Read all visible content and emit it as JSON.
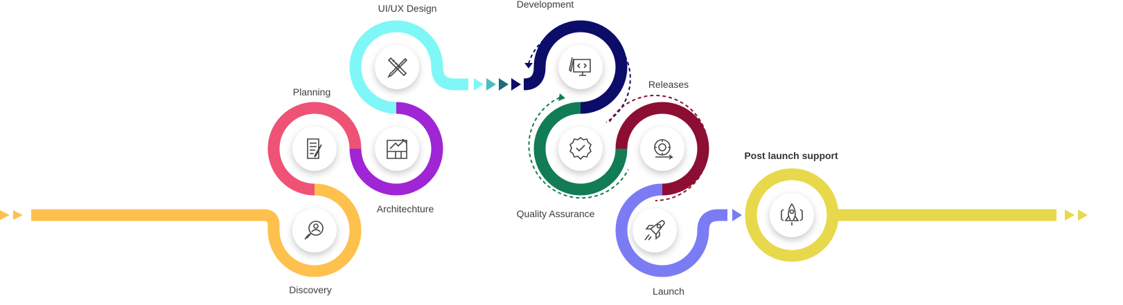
{
  "steps": [
    {
      "id": "discovery",
      "label": "Discovery",
      "color": "#FEC14E",
      "icon": "magnifier-user-icon"
    },
    {
      "id": "planning",
      "label": "Planning",
      "color": "#EE5376",
      "icon": "checklist-document-icon"
    },
    {
      "id": "architecture",
      "label": "Architechture",
      "color": "#A025D5",
      "icon": "blueprint-icon"
    },
    {
      "id": "uiux",
      "label": "UI/UX Design",
      "color": "#7EF7F6",
      "icon": "pencil-ruler-icon"
    },
    {
      "id": "development",
      "label": "Development",
      "color": "#0C0C69",
      "icon": "monitor-code-icon"
    },
    {
      "id": "qa",
      "label": "Quality Assurance",
      "color": "#127C54",
      "icon": "badge-check-icon"
    },
    {
      "id": "releases",
      "label": "Releases",
      "color": "#8D0E33",
      "icon": "cycle-arrow-icon"
    },
    {
      "id": "launch",
      "label": "Launch",
      "color": "#7B7CF4",
      "icon": "rocket-icon"
    },
    {
      "id": "support",
      "label": "Post launch support",
      "color": "#E8D84B",
      "icon": "rocket-gear-icon"
    }
  ],
  "arrow_colors": [
    "#7EF7F6",
    "#4CBDBE",
    "#1C6C7C",
    "#0C0C69"
  ]
}
